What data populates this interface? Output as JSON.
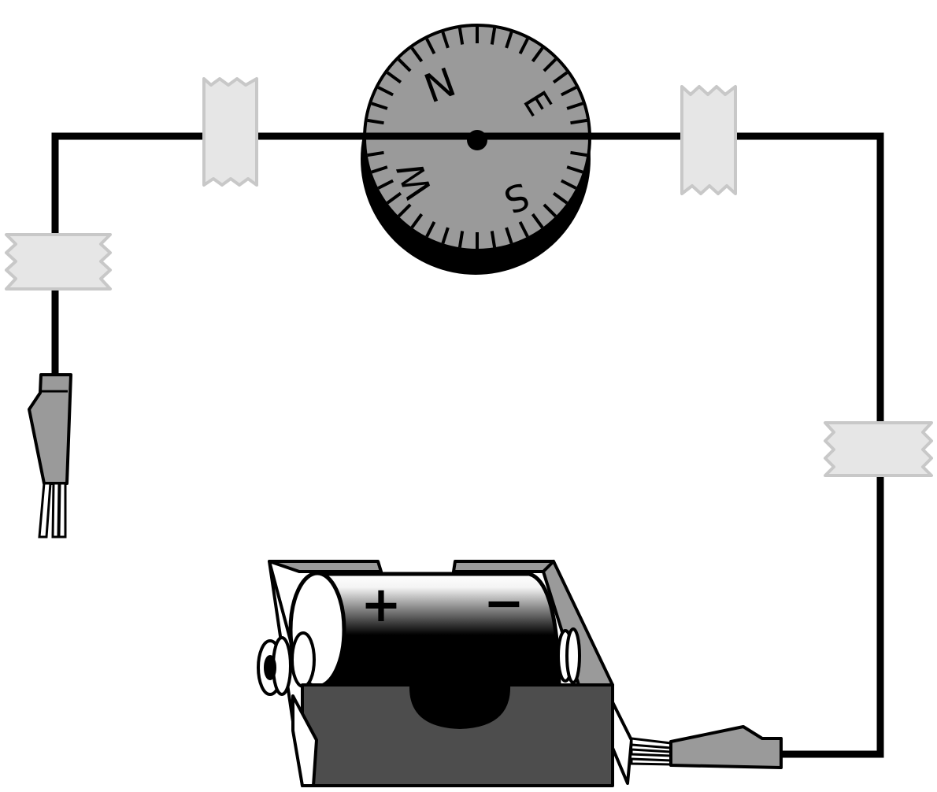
{
  "compass": {
    "north_label": "N",
    "east_label": "E",
    "south_label": "S",
    "west_label": "W",
    "tick_count": 40
  },
  "battery": {
    "positive_label": "+",
    "negative_label": "−"
  },
  "colors": {
    "wire": "#000000",
    "tape": "#e6e6e6",
    "tape_edge": "#c8c8c8",
    "compass_face": "#9a9a9a",
    "holder": "#4d4d4d",
    "clip": "#9a9a9a"
  }
}
